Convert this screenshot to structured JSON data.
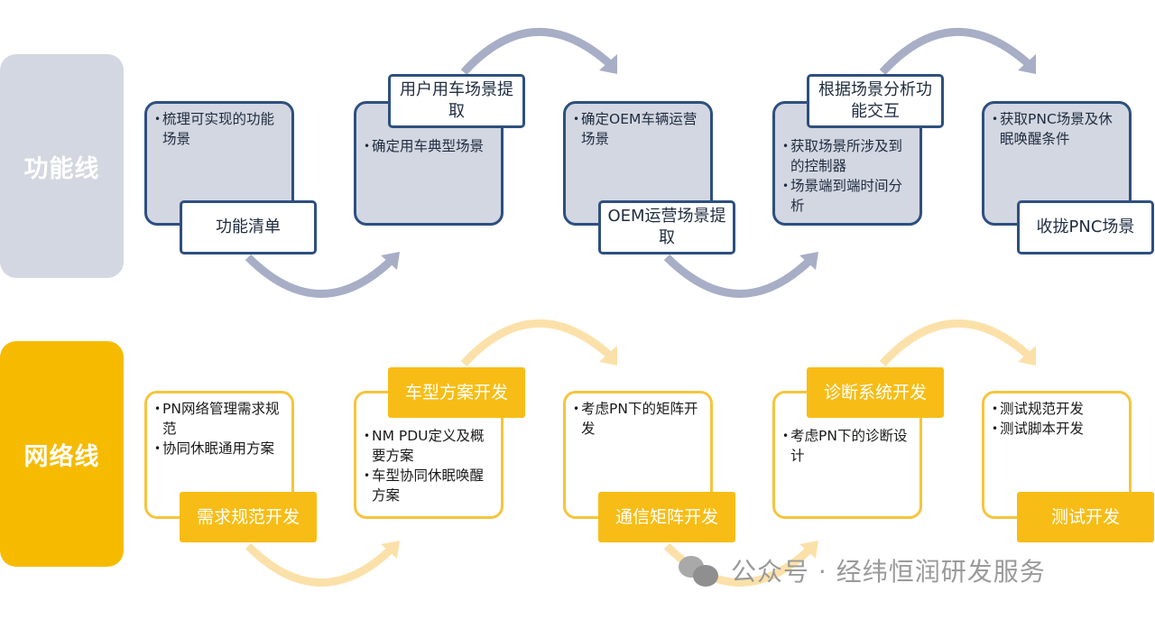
{
  "lanes": [
    {
      "label": "功能线",
      "color": "#d3d7e1",
      "steps": [
        {
          "bullets": [
            "梳理可实现的功能场景"
          ],
          "output": "功能清单",
          "output_position": "bottom"
        },
        {
          "bullets": [
            "确定用车典型场景"
          ],
          "output": "用户用车场景提取",
          "output_position": "top"
        },
        {
          "bullets": [
            "确定OEM车辆运营场景"
          ],
          "output": "OEM运营场景提取",
          "output_position": "bottom"
        },
        {
          "bullets": [
            "获取场景所涉及到的控制器",
            "场景端到端时间分析"
          ],
          "output": "根据场景分析功能交互",
          "output_position": "top"
        },
        {
          "bullets": [
            "获取PNC场景及休眠唤醒条件"
          ],
          "output": "收拢PNC场景",
          "output_position": "bottom"
        }
      ]
    },
    {
      "label": "网络线",
      "color": "#f6bb00",
      "steps": [
        {
          "bullets": [
            "PN网络管理需求规范",
            "协同休眠通用方案"
          ],
          "output": "需求规范开发",
          "output_position": "bottom"
        },
        {
          "bullets": [
            "NM PDU定义及概要方案",
            "车型协同休眠唤醒方案"
          ],
          "output": "车型方案开发",
          "output_position": "top"
        },
        {
          "bullets": [
            "考虑PN下的矩阵开发"
          ],
          "output": "通信矩阵开发",
          "output_position": "bottom"
        },
        {
          "bullets": [
            "考虑PN下的诊断设计"
          ],
          "output": "诊断系统开发",
          "output_position": "top"
        },
        {
          "bullets": [
            "测试规范开发",
            "测试脚本开发"
          ],
          "output": "测试开发",
          "output_position": "bottom"
        }
      ]
    }
  ],
  "watermark": "公众号 · 经纬恒润研发服务",
  "colors": {
    "gray_arrow": "#a7aec6",
    "yellow_arrow": "#fbe1a9",
    "gray_border": "#2e4f7e",
    "yellow_border": "#f5c53d"
  }
}
